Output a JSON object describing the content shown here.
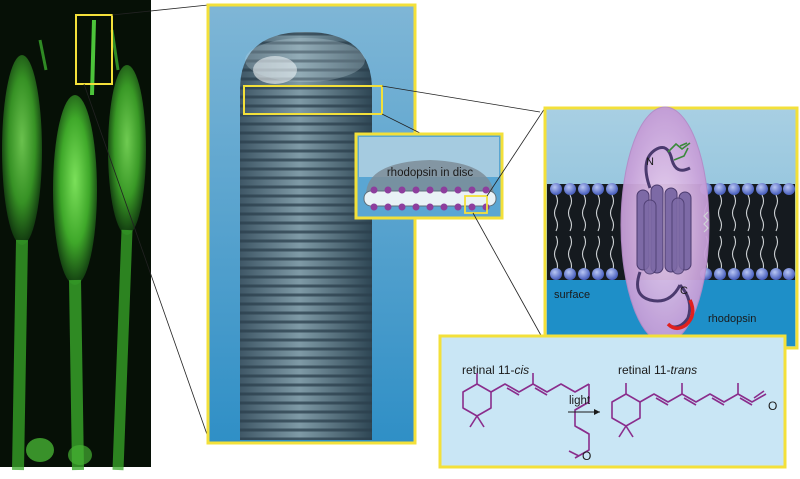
{
  "labels": {
    "disc_inset": "rhodopsin in disc",
    "membrane_surface": "surface",
    "protein_name": "rhodopsin",
    "n_terminus": "N",
    "c_terminus": "C",
    "retinal_cis_prefix": "retinal 11-",
    "retinal_cis_suffix": "cis",
    "retinal_trans_prefix": "retinal 11-",
    "retinal_trans_suffix": "trans",
    "reaction_arrow": "light",
    "oxygen_cis": "O",
    "oxygen_trans": "O"
  },
  "colors": {
    "frame": "#f3e03a",
    "fluorescence": "#59d23a",
    "bilayer_head": "#6f86d8",
    "protein": "#7d6aa6",
    "protein_halo": "#d9b8e6",
    "water_blue": "#1e8fc8",
    "chemistry_bg": "#c9e6f5",
    "molecule": "#8a2d8c",
    "c_terminus_red": "#e0201e"
  }
}
